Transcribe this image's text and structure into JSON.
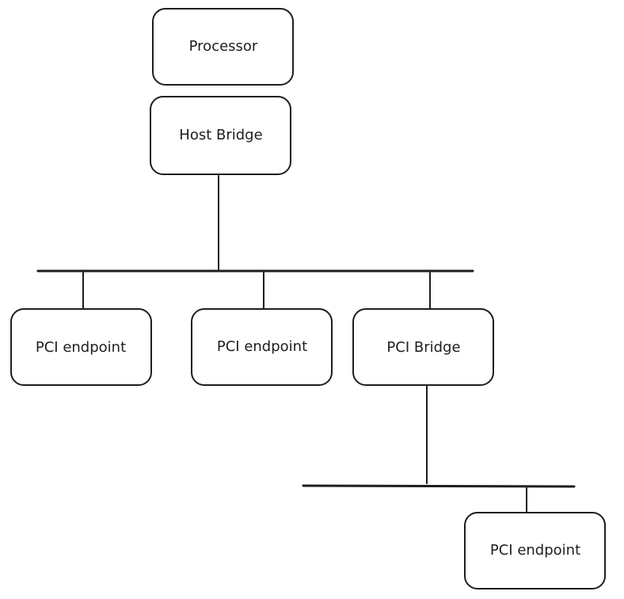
{
  "diagram": {
    "nodes": {
      "processor": "Processor",
      "host_bridge": "Host Bridge",
      "pci_endpoint_1": "PCI endpoint",
      "pci_endpoint_2": "PCI endpoint",
      "pci_bridge": "PCI Bridge",
      "pci_endpoint_3": "PCI endpoint"
    },
    "stroke_color": "#1e1e1e",
    "fill_color": "#ffffff"
  }
}
